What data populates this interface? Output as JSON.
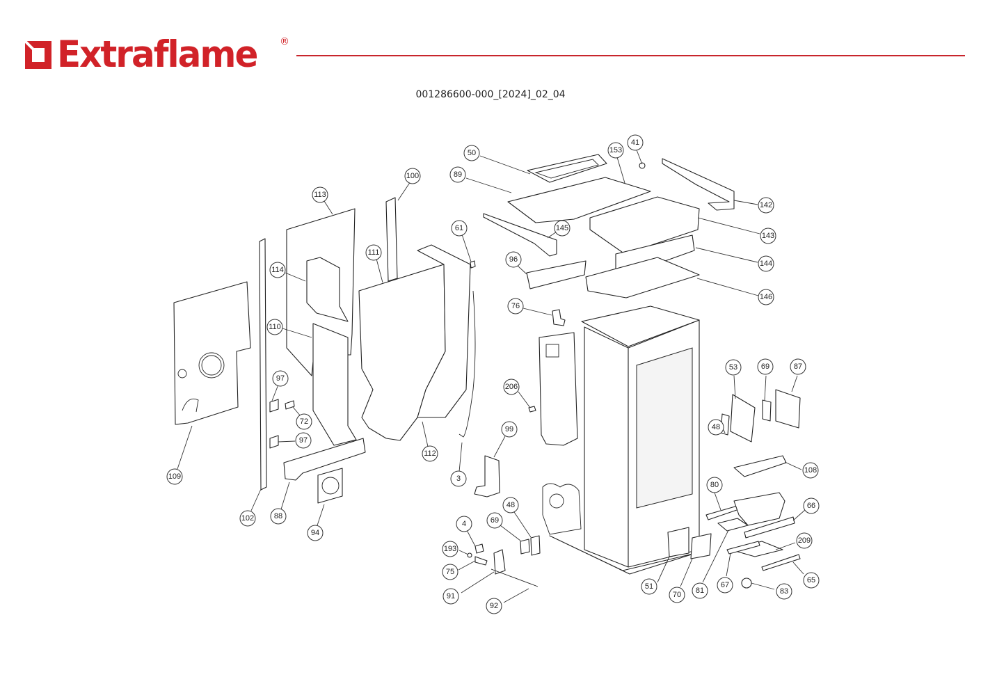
{
  "brand": {
    "name": "Extraflame",
    "registered_mark": "®",
    "color": "#d12228"
  },
  "document": {
    "code": "001286600-000_[2024]_02_04"
  },
  "callouts": [
    {
      "id": "c50",
      "label": "50"
    },
    {
      "id": "c89",
      "label": "89"
    },
    {
      "id": "c153",
      "label": "153"
    },
    {
      "id": "c41",
      "label": "41"
    },
    {
      "id": "c142",
      "label": "142"
    },
    {
      "id": "c143",
      "label": "143"
    },
    {
      "id": "c144",
      "label": "144"
    },
    {
      "id": "c146",
      "label": "146"
    },
    {
      "id": "c145",
      "label": "145"
    },
    {
      "id": "c96",
      "label": "96"
    },
    {
      "id": "c61",
      "label": "61"
    },
    {
      "id": "c100",
      "label": "100"
    },
    {
      "id": "c113",
      "label": "113"
    },
    {
      "id": "c111",
      "label": "111"
    },
    {
      "id": "c114",
      "label": "114"
    },
    {
      "id": "c110",
      "label": "110"
    },
    {
      "id": "c76",
      "label": "76"
    },
    {
      "id": "c206",
      "label": "206"
    },
    {
      "id": "c97a",
      "label": "97"
    },
    {
      "id": "c72",
      "label": "72"
    },
    {
      "id": "c97b",
      "label": "97"
    },
    {
      "id": "c112",
      "label": "112"
    },
    {
      "id": "c3",
      "label": "3"
    },
    {
      "id": "c99",
      "label": "99"
    },
    {
      "id": "c109",
      "label": "109"
    },
    {
      "id": "c102",
      "label": "102"
    },
    {
      "id": "c88",
      "label": "88"
    },
    {
      "id": "c94",
      "label": "94"
    },
    {
      "id": "c4",
      "label": "4"
    },
    {
      "id": "c69a",
      "label": "69"
    },
    {
      "id": "c48a",
      "label": "48"
    },
    {
      "id": "c193",
      "label": "193"
    },
    {
      "id": "c75",
      "label": "75"
    },
    {
      "id": "c91",
      "label": "91"
    },
    {
      "id": "c92",
      "label": "92"
    },
    {
      "id": "c51",
      "label": "51"
    },
    {
      "id": "c70",
      "label": "70"
    },
    {
      "id": "c81",
      "label": "81"
    },
    {
      "id": "c67",
      "label": "67"
    },
    {
      "id": "c83",
      "label": "83"
    },
    {
      "id": "c65",
      "label": "65"
    },
    {
      "id": "c209",
      "label": "209"
    },
    {
      "id": "c66",
      "label": "66"
    },
    {
      "id": "c80",
      "label": "80"
    },
    {
      "id": "c108",
      "label": "108"
    },
    {
      "id": "c48b",
      "label": "48"
    },
    {
      "id": "c53",
      "label": "53"
    },
    {
      "id": "c69b",
      "label": "69"
    },
    {
      "id": "c87",
      "label": "87"
    }
  ]
}
